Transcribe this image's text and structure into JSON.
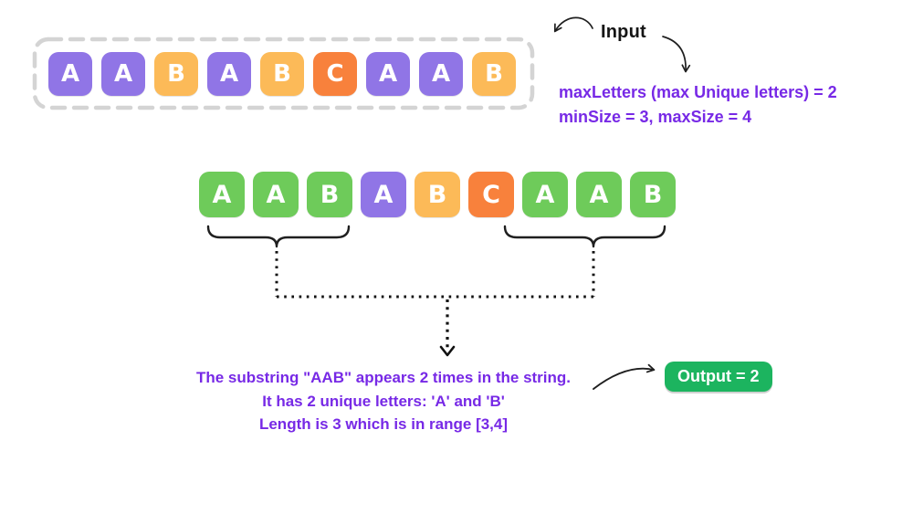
{
  "palette": {
    "tile_purple": "#9075e6",
    "tile_yellow": "#fcba58",
    "tile_orange": "#f8813c",
    "tile_green": "#6ecb5a",
    "accent_text_purple": "#7729e6",
    "output_green": "#1cb45f",
    "dashed_border_gray": "#d4d4d4",
    "ink_black": "#1f1f1f"
  },
  "input_label": "Input",
  "input_params": {
    "line1": "maxLetters (max Unique letters) = 2",
    "line2": "minSize = 3, maxSize = 4"
  },
  "input_row": {
    "tiles": [
      {
        "letter": "A",
        "color": "purple"
      },
      {
        "letter": "A",
        "color": "purple"
      },
      {
        "letter": "B",
        "color": "yellow"
      },
      {
        "letter": "A",
        "color": "purple"
      },
      {
        "letter": "B",
        "color": "yellow"
      },
      {
        "letter": "C",
        "color": "orange"
      },
      {
        "letter": "A",
        "color": "purple"
      },
      {
        "letter": "A",
        "color": "purple"
      },
      {
        "letter": "B",
        "color": "yellow"
      }
    ]
  },
  "window_row": {
    "tiles": [
      {
        "letter": "A",
        "color": "green"
      },
      {
        "letter": "A",
        "color": "green"
      },
      {
        "letter": "B",
        "color": "green"
      },
      {
        "letter": "A",
        "color": "purple"
      },
      {
        "letter": "B",
        "color": "yellow"
      },
      {
        "letter": "C",
        "color": "orange"
      },
      {
        "letter": "A",
        "color": "green"
      },
      {
        "letter": "A",
        "color": "green"
      },
      {
        "letter": "B",
        "color": "green"
      }
    ]
  },
  "explanation": {
    "line1": "The substring \"AAB\" appears 2 times in the string.",
    "line2": "It has 2 unique letters: 'A' and 'B'",
    "line3": "Length is 3 which is in range [3,4]"
  },
  "output_label": "Output = 2"
}
